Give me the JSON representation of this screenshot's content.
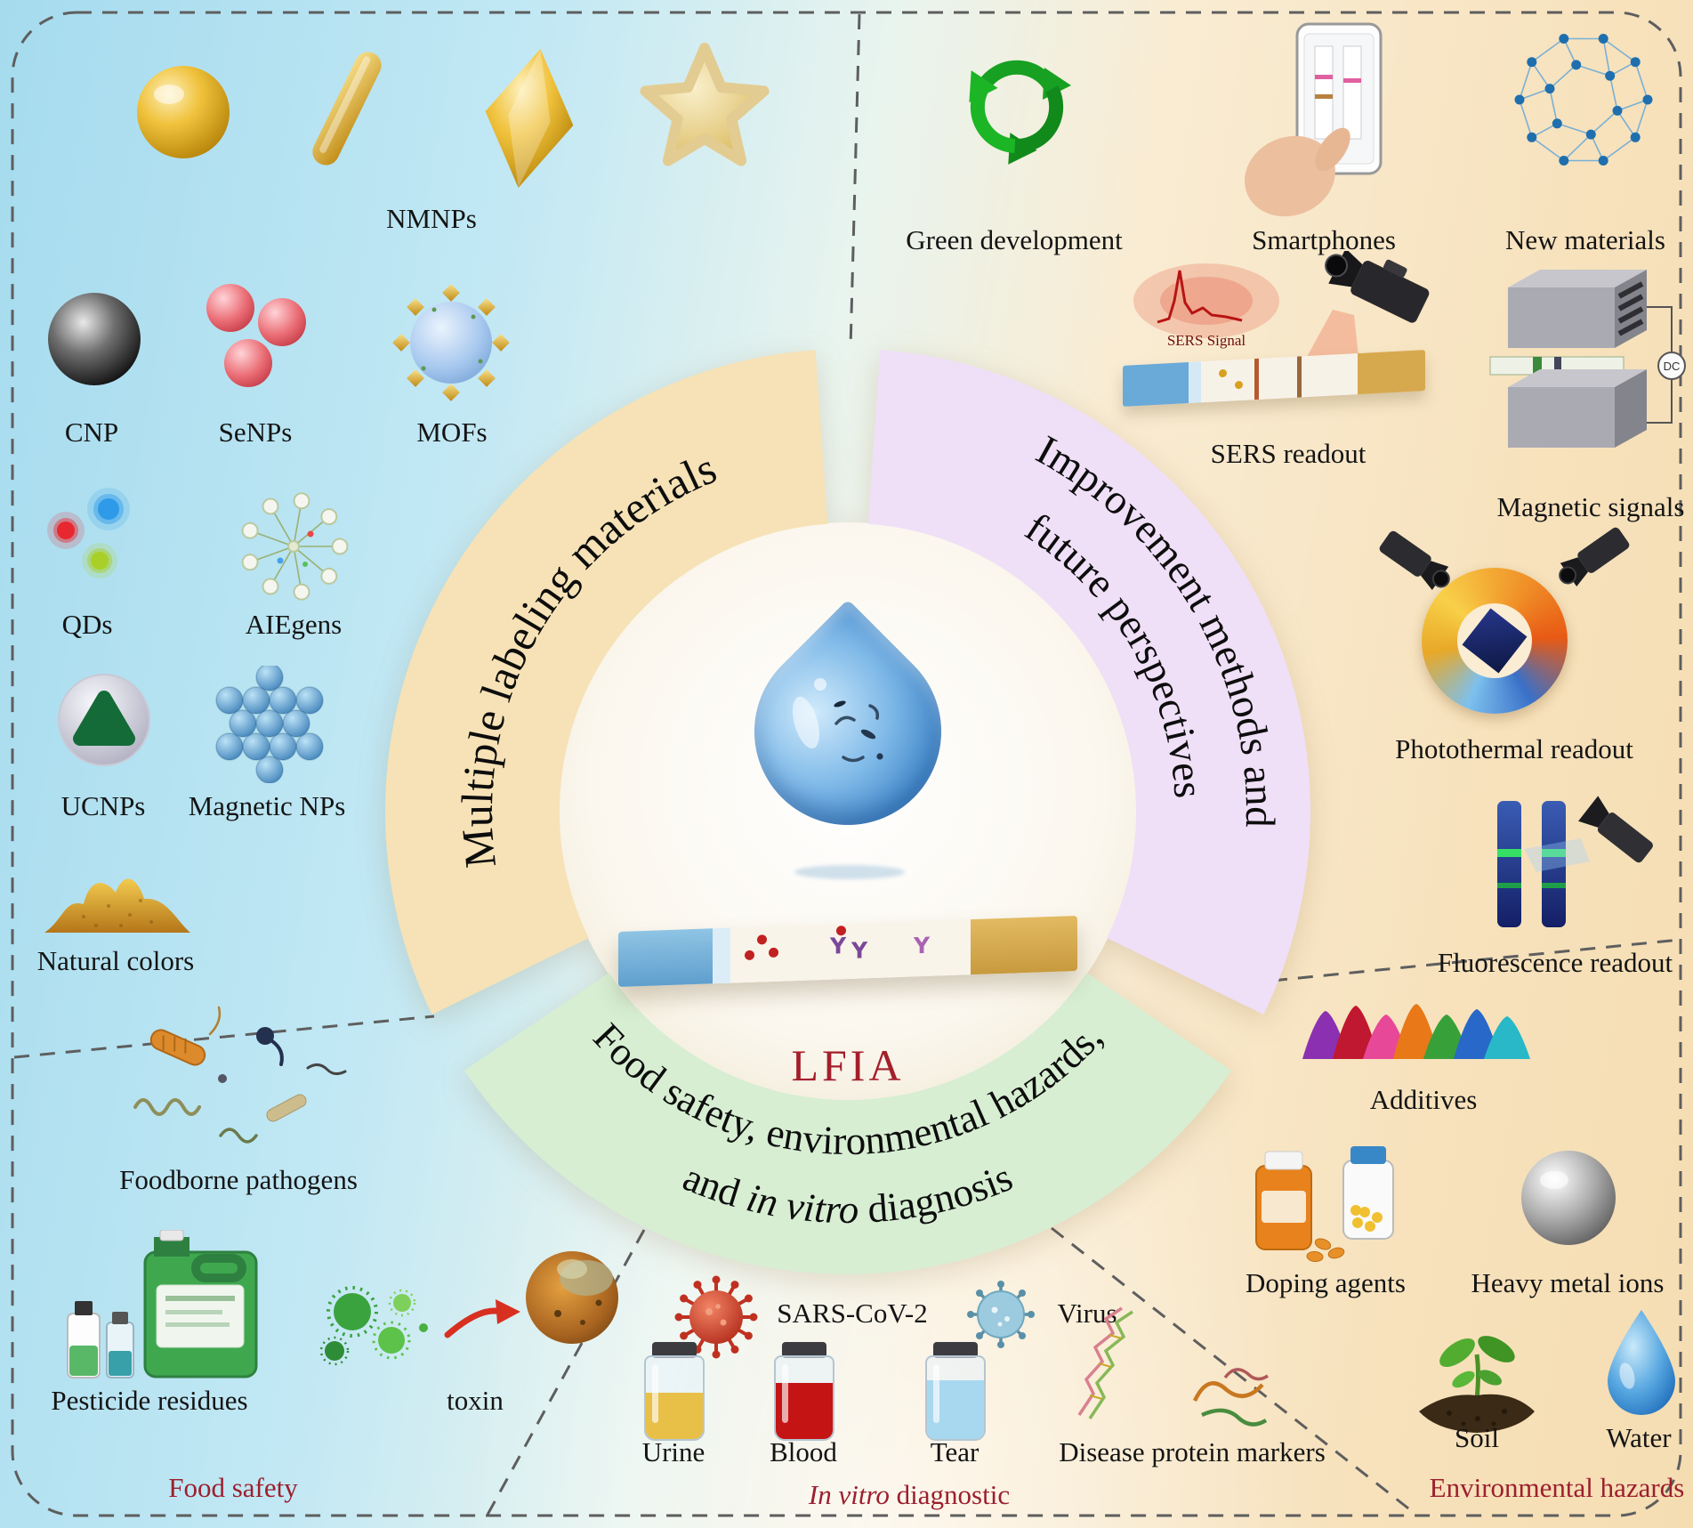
{
  "center": {
    "arc_materials": "Multiple labeling materials",
    "arc_improvement_line1": "Improvement methods and",
    "arc_improvement_line2": "future perspectives",
    "arc_applications_line1": "Food safety, environmental hazards,",
    "arc_applications_line2_pre": "and ",
    "arc_applications_line2_italic": "in vitro",
    "arc_applications_line2_post": " diagnosis",
    "lfia": "LFIA"
  },
  "materials": {
    "nmnps": "NMNPs",
    "cnp": "CNP",
    "senps": "SeNPs",
    "mofs": "MOFs",
    "qds": "QDs",
    "aiegens": "AIEgens",
    "ucnps": "UCNPs",
    "magnetic_nps": "Magnetic NPs",
    "natural_colors": "Natural colors"
  },
  "improvement": {
    "green_development": "Green development",
    "smartphones": "Smartphones",
    "new_materials": "New materials",
    "sers_readout": "SERS readout",
    "sers_signal": "SERS Signal",
    "magnetic_signals": "Magnetic signals",
    "dc_label": "DC",
    "photothermal_readout": "Photothermal readout",
    "fluorescence_readout": "Fluorescence readout"
  },
  "food_safety": {
    "foodborne_pathogens": "Foodborne pathogens",
    "pesticide_residues": "Pesticide residues",
    "toxin": "toxin",
    "section_label": "Food safety"
  },
  "in_vitro": {
    "sars_cov_2": "SARS-CoV-2",
    "virus": "Virus",
    "urine": "Urine",
    "blood": "Blood",
    "tear": "Tear",
    "disease_protein_markers": "Disease protein markers",
    "section_label_italic": "In vitro",
    "section_label_rest": " diagnostic"
  },
  "environmental": {
    "additives": "Additives",
    "doping_agents": "Doping agents",
    "heavy_metal_ions": "Heavy metal ions",
    "soil": "Soil",
    "water": "Water",
    "section_label": "Environmental hazards"
  },
  "colors": {
    "accent_red": "#9c1f2e",
    "arc_materials_bg": "#f6e2b6",
    "arc_improvement_bg": "#efdff7",
    "arc_applications_bg": "#d7eed3",
    "left_panel_blue": "#a5dbee",
    "right_panel_peach": "#f7e2bd"
  }
}
